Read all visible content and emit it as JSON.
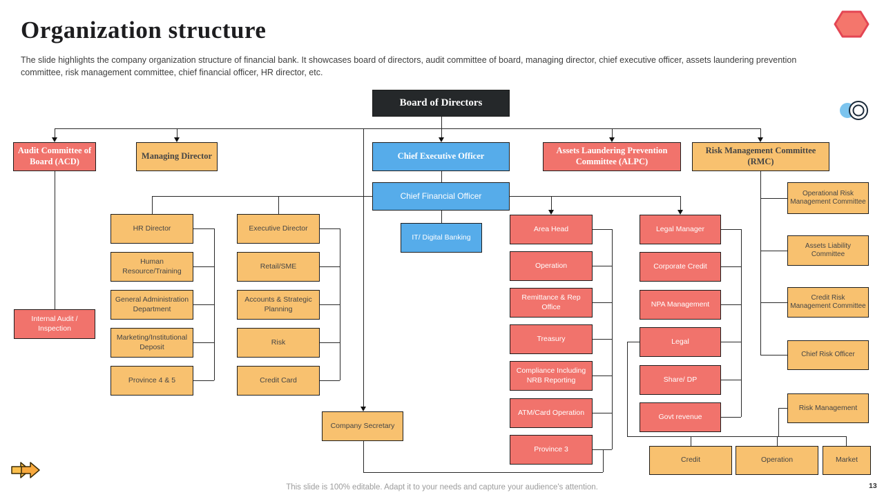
{
  "slide": {
    "title": "Organization structure",
    "subtitle": "The slide highlights the company organization structure of financial bank. It showcases board of directors, audit committee of board, managing director, chief executive officer, assets laundering prevention committee, risk management committee, chief financial officer, HR director, etc.",
    "footer": "This slide is 100% editable. Adapt it to your needs and capture your audience's attention.",
    "page_number": "13"
  },
  "colors": {
    "node_red": "#F1736C",
    "node_orange": "#F8C16F",
    "node_blue": "#56ACEA",
    "node_dark": "#25282A",
    "connector": "#262626",
    "accent_hexagon": "#F4766C",
    "accent_arrows": "#FBBF4D"
  },
  "icons": {
    "hexagon": "hexagon-shape",
    "toggle": "circles-toggle",
    "arrows": "double-arrow-right"
  },
  "chart": {
    "type": "org-chart",
    "nodes": {
      "board": "Board of Directors",
      "audit_committee": "Audit Committee of Board (ACD)",
      "managing_director": "Managing Director",
      "ceo": "Chief Executive Officer",
      "alpc": "Assets Laundering Prevention Committee (ALPC)",
      "rmc": "Risk Management Committee (RMC)",
      "cfo": "Chief Financial Officer",
      "it_digital": "IT/ Digital Banking",
      "hr_director": "HR Director",
      "hr_training": "Human Resource/Training",
      "general_admin": "General Administration Department",
      "marketing_deposit": "Marketing/Institutional Deposit",
      "province45": "Province 4 & 5",
      "exec_director": "Executive Director",
      "retail_sme": "Retail/SME",
      "accounts_planning": "Accounts & Strategic Planning",
      "risk": "Risk",
      "credit_card": "Credit Card",
      "internal_audit": "Internal Audit / Inspection",
      "company_secretary": "Company Secretary",
      "area_head": "Area Head",
      "operation_area": "Operation",
      "remittance": "Remittance & Rep Office",
      "treasury": "Treasury",
      "compliance": "Compliance Including NRB Reporting",
      "atm_card": "ATM/Card Operation",
      "province3": "Province 3",
      "legal_manager": "Legal Manager",
      "corporate_credit": "Corporate Credit",
      "npa": "NPA Management",
      "legal": "Legal",
      "share_dp": "Share/ DP",
      "govt_revenue": "Govt revenue",
      "op_risk_committee": "Operational Risk Management Committee",
      "assets_liability": "Assets Liability Committee",
      "credit_risk_committee": "Credit Risk Management Committee",
      "chief_risk_officer": "Chief Risk Officer",
      "risk_management": "Risk Management",
      "credit": "Credit",
      "operation_bottom": "Operation",
      "market": "Market"
    }
  }
}
